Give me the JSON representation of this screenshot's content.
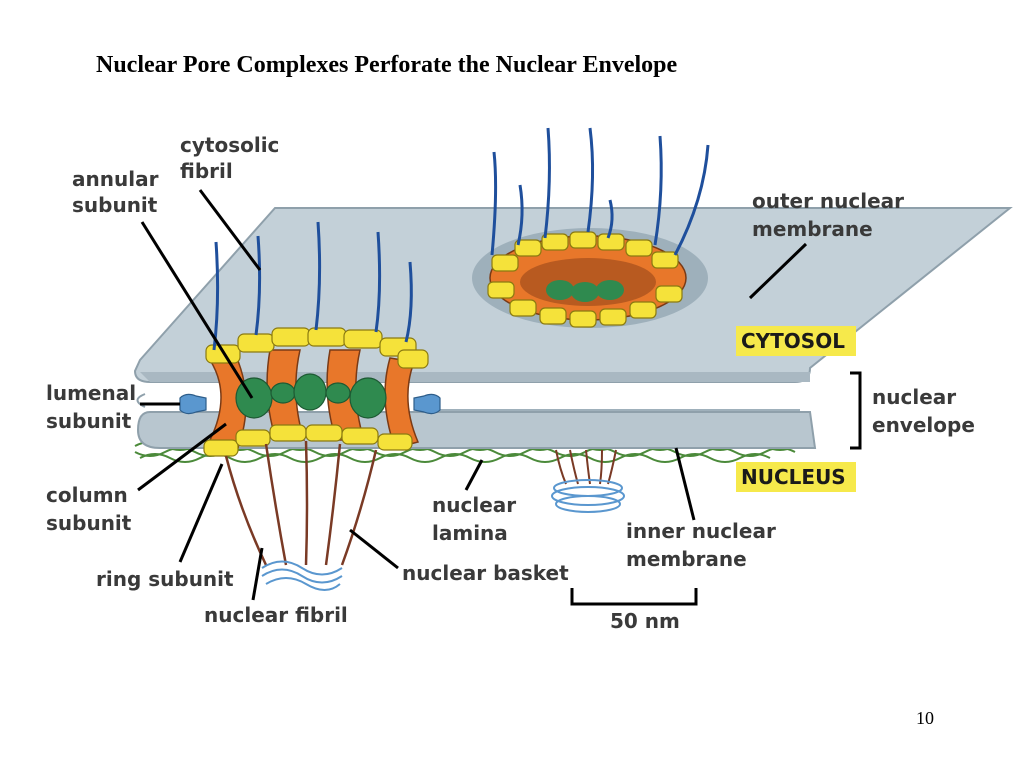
{
  "title": "Nuclear Pore Complexes Perforate the Nuclear Envelope",
  "page_number": "10",
  "labels": {
    "cytosolic_fibril": [
      "cytosolic",
      "fibril"
    ],
    "annular_subunit": [
      "annular",
      "subunit"
    ],
    "outer_nuclear_membrane": [
      "outer nuclear",
      "membrane"
    ],
    "cytosol": "CYTOSOL",
    "lumenal_subunit": [
      "lumenal",
      "subunit"
    ],
    "nuclear_envelope": [
      "nuclear",
      "envelope"
    ],
    "nucleus": "NUCLEUS",
    "column_subunit": [
      "column",
      "subunit"
    ],
    "nuclear_lamina": [
      "nuclear",
      "lamina"
    ],
    "inner_nuclear_membrane": [
      "inner nuclear",
      "membrane"
    ],
    "ring_subunit": "ring subunit",
    "nuclear_basket": "nuclear basket",
    "nuclear_fibril": "nuclear fibril",
    "scale_bar": "50 nm"
  },
  "colors": {
    "membrane": "#b8c6cf",
    "membrane_edge": "#8fa0ab",
    "ring_yellow": "#f5e23a",
    "column_orange": "#e8772a",
    "central_green": "#2f8a4f",
    "lumenal_blue": "#5a97cf",
    "fibril_blue": "#1f4f9c",
    "basket_brown": "#7a3a25",
    "lamina_green": "#4b8a3a",
    "label_box": "#f6e94b"
  }
}
